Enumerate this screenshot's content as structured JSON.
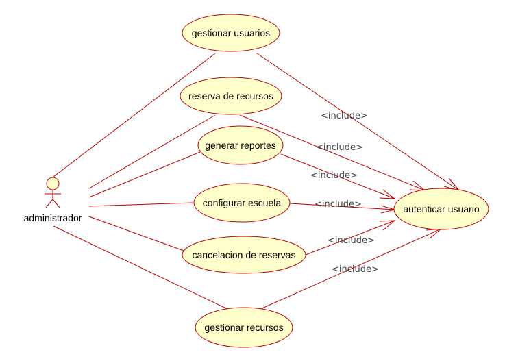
{
  "diagram": {
    "actor": {
      "name": "administrador"
    },
    "use_cases": [
      {
        "id": "uc1",
        "label": "gestionar usuarios"
      },
      {
        "id": "uc2",
        "label": "reserva de recursos"
      },
      {
        "id": "uc3",
        "label": "generar reportes"
      },
      {
        "id": "uc4",
        "label": "configurar escuela"
      },
      {
        "id": "uc5",
        "label": "cancelacion de reservas"
      },
      {
        "id": "uc6",
        "label": "gestionar recursos"
      },
      {
        "id": "uc7",
        "label": "autenticar usuario"
      }
    ],
    "includes": [
      {
        "from": "uc1",
        "to": "uc7",
        "label": "<include>"
      },
      {
        "from": "uc2",
        "to": "uc7",
        "label": "<include>"
      },
      {
        "from": "uc3",
        "to": "uc7",
        "label": "<include>"
      },
      {
        "from": "uc4",
        "to": "uc7",
        "label": "<include>"
      },
      {
        "from": "uc5",
        "to": "uc7",
        "label": "<include>"
      },
      {
        "from": "uc6",
        "to": "uc7",
        "label": "<include>"
      }
    ],
    "colors": {
      "stroke": "#c00000",
      "fill": "#ffffcc",
      "include_text": "#404040"
    }
  }
}
